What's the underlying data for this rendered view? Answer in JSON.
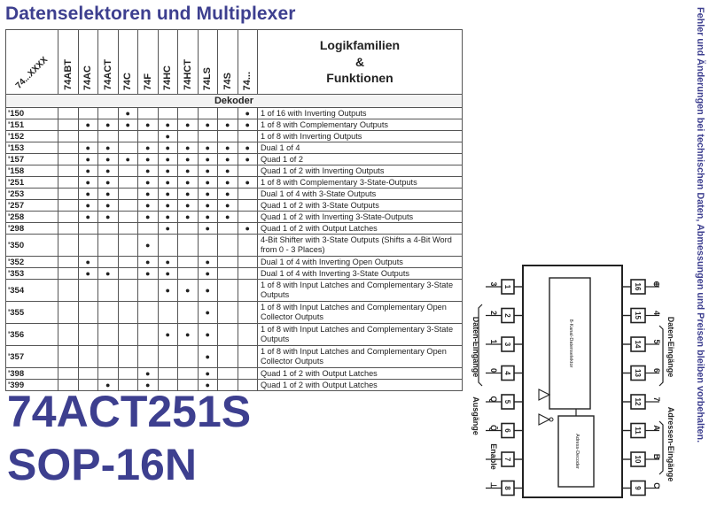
{
  "title": "Datenselektoren und Multiplexer",
  "side_note": "Fehler und Änderungen bei technischen Daten, Abmessungen und Preisen bleiben vorbehalten.",
  "part_number": "74ACT251S",
  "package": "SOP-16N",
  "table": {
    "corner_label": "74...XXXX",
    "families": [
      "74ABT",
      "74AC",
      "74ACT",
      "74C",
      "74F",
      "74HC",
      "74HCT",
      "74LS",
      "74S",
      "74..."
    ],
    "function_header": [
      "Logikfamilien",
      "&",
      "Funktionen"
    ],
    "section": "Dekoder",
    "rows": [
      {
        "code": "'150",
        "dots": [
          0,
          0,
          0,
          1,
          0,
          0,
          0,
          0,
          0,
          1
        ],
        "desc": "1 of 16 with Inverting Outputs"
      },
      {
        "code": "'151",
        "dots": [
          0,
          1,
          1,
          1,
          1,
          1,
          1,
          1,
          1,
          1
        ],
        "desc": "1 of 8 with Complementary Outputs"
      },
      {
        "code": "'152",
        "dots": [
          0,
          0,
          0,
          0,
          0,
          1,
          0,
          0,
          0,
          0
        ],
        "desc": "1 of 8 with Inverting Outputs"
      },
      {
        "code": "'153",
        "dots": [
          0,
          1,
          1,
          0,
          1,
          1,
          1,
          1,
          1,
          1
        ],
        "desc": "Dual 1 of 4"
      },
      {
        "code": "'157",
        "dots": [
          0,
          1,
          1,
          1,
          1,
          1,
          1,
          1,
          1,
          1
        ],
        "desc": "Quad 1 of 2"
      },
      {
        "code": "'158",
        "dots": [
          0,
          1,
          1,
          0,
          1,
          1,
          1,
          1,
          1,
          0
        ],
        "desc": "Quad 1 of 2 with Inverting Outputs"
      },
      {
        "code": "'251",
        "dots": [
          0,
          1,
          1,
          0,
          1,
          1,
          1,
          1,
          1,
          1
        ],
        "desc": "1 of 8 with Complementary 3-State-Outputs"
      },
      {
        "code": "'253",
        "dots": [
          0,
          1,
          1,
          0,
          1,
          1,
          1,
          1,
          1,
          0
        ],
        "desc": "Dual 1 of 4 with 3-State Outputs"
      },
      {
        "code": "'257",
        "dots": [
          0,
          1,
          1,
          0,
          1,
          1,
          1,
          1,
          1,
          0
        ],
        "desc": "Quad 1 of 2 with 3-State Outputs"
      },
      {
        "code": "'258",
        "dots": [
          0,
          1,
          1,
          0,
          1,
          1,
          1,
          1,
          1,
          0
        ],
        "desc": "Quad 1 of 2 with Inverting 3-State-Outputs"
      },
      {
        "code": "'298",
        "dots": [
          0,
          0,
          0,
          0,
          0,
          1,
          0,
          1,
          0,
          1
        ],
        "desc": "Quad 1 of 2 with Output Latches"
      },
      {
        "code": "'350",
        "dots": [
          0,
          0,
          0,
          0,
          1,
          0,
          0,
          0,
          0,
          0
        ],
        "desc": "4-Bit Shifter with 3-State Outputs (Shifts a 4-Bit Word from 0 - 3 Places)",
        "tall": true
      },
      {
        "code": "'352",
        "dots": [
          0,
          1,
          0,
          0,
          1,
          1,
          0,
          1,
          0,
          0
        ],
        "desc": "Dual 1 of 4 with Inverting Open Outputs"
      },
      {
        "code": "'353",
        "dots": [
          0,
          1,
          1,
          0,
          1,
          1,
          0,
          1,
          0,
          0
        ],
        "desc": "Dual 1 of 4 with Inverting 3-State Outputs"
      },
      {
        "code": "'354",
        "dots": [
          0,
          0,
          0,
          0,
          0,
          1,
          1,
          1,
          0,
          0
        ],
        "desc": "1 of 8 with Input Latches and Complementary 3-State Outputs",
        "tall": true
      },
      {
        "code": "'355",
        "dots": [
          0,
          0,
          0,
          0,
          0,
          0,
          0,
          1,
          0,
          0
        ],
        "desc": "1 of 8 with Input Latches and Complementary Open Collector Outputs",
        "tall": true
      },
      {
        "code": "'356",
        "dots": [
          0,
          0,
          0,
          0,
          0,
          1,
          1,
          1,
          0,
          0
        ],
        "desc": "1 of 8 with Input Latches and Complementary 3-State Outputs",
        "tall": true
      },
      {
        "code": "'357",
        "dots": [
          0,
          0,
          0,
          0,
          0,
          0,
          0,
          1,
          0,
          0
        ],
        "desc": "1 of 8 with Input Latches and Complementary Open Collector Outputs",
        "tall": true
      },
      {
        "code": "'398",
        "dots": [
          0,
          0,
          0,
          0,
          1,
          0,
          0,
          1,
          0,
          0
        ],
        "desc": "Quad 1 of 2 with Output Latches"
      },
      {
        "code": "'399",
        "dots": [
          0,
          0,
          1,
          0,
          1,
          0,
          0,
          1,
          0,
          0
        ],
        "desc": "Quad 1 of 2 with Output Latches"
      }
    ]
  },
  "pinout": {
    "left_pins": [
      {
        "num": "1",
        "label": "3"
      },
      {
        "num": "2",
        "label": "2"
      },
      {
        "num": "3",
        "label": "1"
      },
      {
        "num": "4",
        "label": "0"
      },
      {
        "num": "5",
        "label": "Q"
      },
      {
        "num": "6",
        "label": "Q̄"
      },
      {
        "num": "7",
        "label": "Enable"
      },
      {
        "num": "8",
        "label": "⊥"
      }
    ],
    "right_pins": [
      {
        "num": "16",
        "label": "⊕"
      },
      {
        "num": "15",
        "label": "4"
      },
      {
        "num": "14",
        "label": "5"
      },
      {
        "num": "13",
        "label": "6"
      },
      {
        "num": "12",
        "label": "7"
      },
      {
        "num": "11",
        "label": "A"
      },
      {
        "num": "10",
        "label": "B"
      },
      {
        "num": "9",
        "label": "C"
      }
    ],
    "left_group_inputs": "Daten-Eingänge",
    "left_group_outputs": "Ausgänge",
    "right_group_inputs": "Daten-Eingänge",
    "right_group_address": "Adressen-Eingänge",
    "block_mux": "8-Kanal-Datenselektor",
    "block_decoder": "Adress-Decoder"
  }
}
